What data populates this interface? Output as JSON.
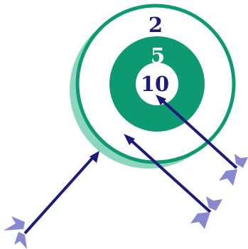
{
  "target": {
    "rings": [
      {
        "points": "2",
        "label_color": "#1c1a7a"
      },
      {
        "points": "5",
        "label_color": "#ffffff"
      },
      {
        "points": "10",
        "label_color": "#1c1a7a"
      }
    ],
    "colors": {
      "ring": "#0d9a73",
      "shadow": "#8cd6bf",
      "background": "#ffffff"
    }
  },
  "arrows": {
    "count": 3,
    "shaft_color": "#1c1a7a",
    "fletching_color": "#8887d0"
  }
}
